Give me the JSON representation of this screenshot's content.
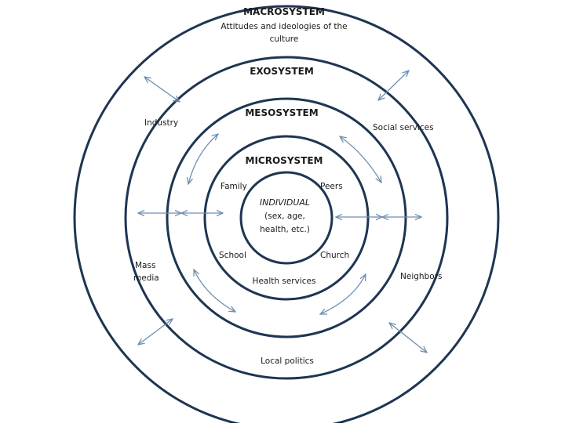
{
  "diagram": {
    "macrosystem": {
      "title": "MACROSYSTEM",
      "subtitle_line1": "Attitudes and ideologies of the",
      "subtitle_line2": "culture"
    },
    "exosystem": {
      "title": "EXOSYSTEM",
      "industry": "Industry",
      "social_services": "Social services",
      "mass_media_line1": "Mass",
      "mass_media_line2": "media",
      "neighbors": "Neighbors",
      "local_politics": "Local politics"
    },
    "mesosystem": {
      "title": "MESOSYSTEM"
    },
    "microsystem": {
      "title": "MICROSYSTEM",
      "family": "Family",
      "peers": "Peers",
      "school": "School",
      "church": "Church",
      "health_services": "Health services"
    },
    "individual": {
      "title": "INDIVIDUAL",
      "line1": "(sex, age,",
      "line2": "health, etc.)"
    },
    "colors": {
      "ring": "#1e3552",
      "arrow": "#6e8fb0",
      "text": "#1a1a1a",
      "background": "#ffffff"
    }
  }
}
